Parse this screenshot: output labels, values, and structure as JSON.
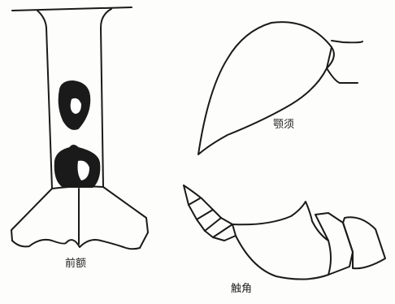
{
  "figure": {
    "labels": {
      "frons": "前额",
      "maxillary_palp": "颚须",
      "antenna": "触角"
    },
    "colors": {
      "ink": "#1a1a1a",
      "paper": "#fdfdfb"
    }
  }
}
